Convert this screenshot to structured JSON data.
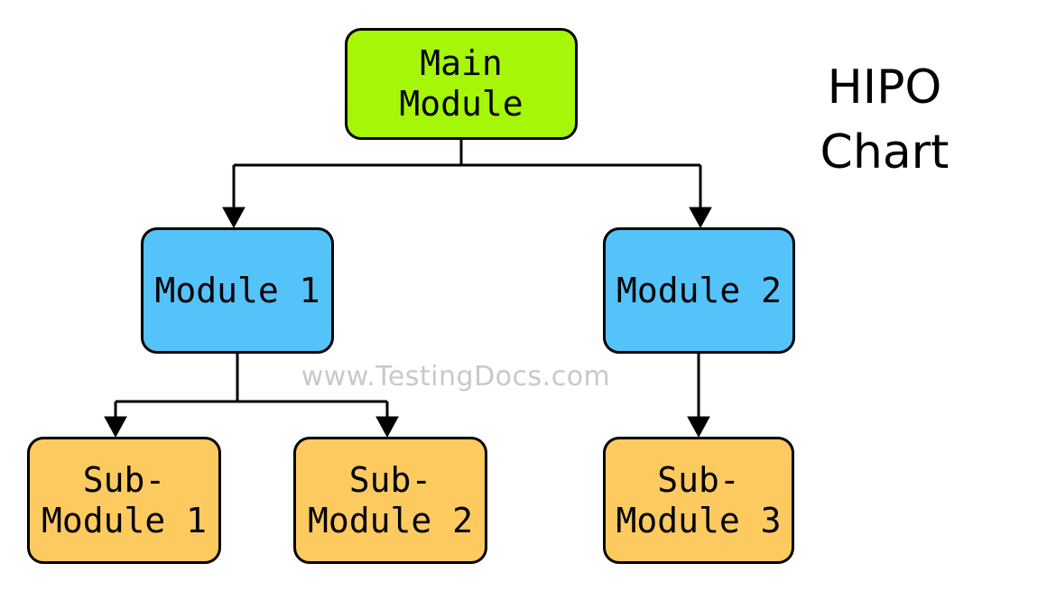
{
  "diagram": {
    "title": "HIPO\nChart",
    "watermark": "www.TestingDocs.com",
    "colors": {
      "root": "#a6f707",
      "module": "#54c3fa",
      "submodule": "#fcca5f",
      "stroke": "#000000",
      "background": "#ffffff",
      "watermark_text": "#c9c9c9",
      "title_text": "#000000"
    },
    "nodes": [
      {
        "id": "main",
        "label": "Main\nModule",
        "level": 0,
        "fill": "#a6f707"
      },
      {
        "id": "mod1",
        "label": "Module 1",
        "level": 1,
        "fill": "#54c3fa"
      },
      {
        "id": "mod2",
        "label": "Module 2",
        "level": 1,
        "fill": "#54c3fa"
      },
      {
        "id": "sub1",
        "label": "Sub-\nModule 1",
        "level": 2,
        "fill": "#fcca5f"
      },
      {
        "id": "sub2",
        "label": "Sub-\nModule 2",
        "level": 2,
        "fill": "#fcca5f"
      },
      {
        "id": "sub3",
        "label": "Sub-\nModule 3",
        "level": 2,
        "fill": "#fcca5f"
      }
    ],
    "edges": [
      {
        "from": "main",
        "to": "mod1",
        "style": "orthogonal",
        "arrow": "end"
      },
      {
        "from": "main",
        "to": "mod2",
        "style": "orthogonal",
        "arrow": "end"
      },
      {
        "from": "mod1",
        "to": "sub1",
        "style": "orthogonal",
        "arrow": "end"
      },
      {
        "from": "mod1",
        "to": "sub2",
        "style": "orthogonal",
        "arrow": "end"
      },
      {
        "from": "mod2",
        "to": "sub3",
        "style": "straight",
        "arrow": "end"
      }
    ]
  }
}
